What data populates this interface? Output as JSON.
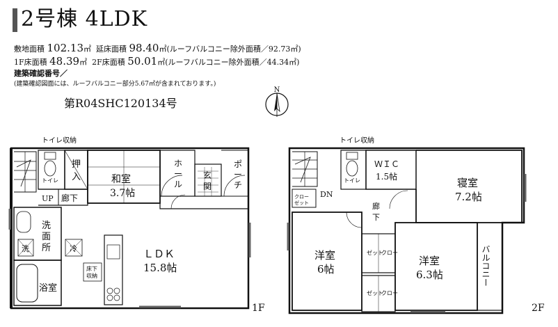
{
  "header": {
    "title": "2号棟 4LDK",
    "site_area_label": "敷地面積",
    "site_area_value": "102.13",
    "site_area_unit": "㎡",
    "floor_total_label": "延床面積",
    "floor_total_value": "98.40",
    "floor_total_unit": "㎡",
    "floor_total_note": "(ルーフバルコニー除外面積／92.73㎡)",
    "first_floor_label": "1F床面積",
    "first_floor_value": "48.39",
    "first_floor_unit": "㎡",
    "second_floor_label": "2F床面積",
    "second_floor_value": "50.01",
    "second_floor_unit": "㎡",
    "second_floor_note": "(ルーフバルコニー除外面積／44.34㎡)",
    "permit_label": "建築確認番号／",
    "permit_note": "(建築確認図面には、ルーフバルコニー部分5.67㎡が含まれております。)",
    "permit_number": "第R04SHC120134号"
  },
  "compass": {
    "label": "N"
  },
  "floor1": {
    "floor_label": "1F",
    "toilet_storage": "トイレ収納",
    "closet1": "押",
    "closet2": "入",
    "toilet": "トイレ",
    "up_label": "UP",
    "corridor": "廊下",
    "washroom1": "洗",
    "washroom2": "面",
    "washroom3": "所",
    "washer": "洗",
    "fridge": "冷",
    "bath": "浴室",
    "washitsu_name": "和室",
    "washitsu_size": "3.7帖",
    "hall1": "ホ",
    "hall2": "ー",
    "hall3": "ル",
    "entrance1": "玄",
    "entrance2": "関",
    "porch1": "ポ",
    "porch2": "ー",
    "porch3": "チ",
    "ldk_name": "ＬＤＫ",
    "ldk_size": "15.8帖",
    "underfloor1": "床下",
    "underfloor2": "収納"
  },
  "floor2": {
    "floor_label": "2F",
    "toilet_storage": "トイレ収納",
    "toilet": "トイレ",
    "wic_name": "ＷＩＣ",
    "wic_size": "1.5帖",
    "closet_a1": "クロー",
    "closet_a2": "ゼット",
    "dn_label": "DN",
    "corridor1": "廊",
    "corridor2": "下",
    "bedroom_name": "寝室",
    "bedroom_size": "7.2帖",
    "yoshitsu1_name": "洋室",
    "yoshitsu1_size": "6帖",
    "closet_b1": "ゼット",
    "closet_b2": "クロー",
    "yoshitsu2_name": "洋室",
    "yoshitsu2_size": "6.3帖",
    "closet_c1": "ゼット",
    "closet_c2": "クロー",
    "balcony": "バルコニー"
  }
}
